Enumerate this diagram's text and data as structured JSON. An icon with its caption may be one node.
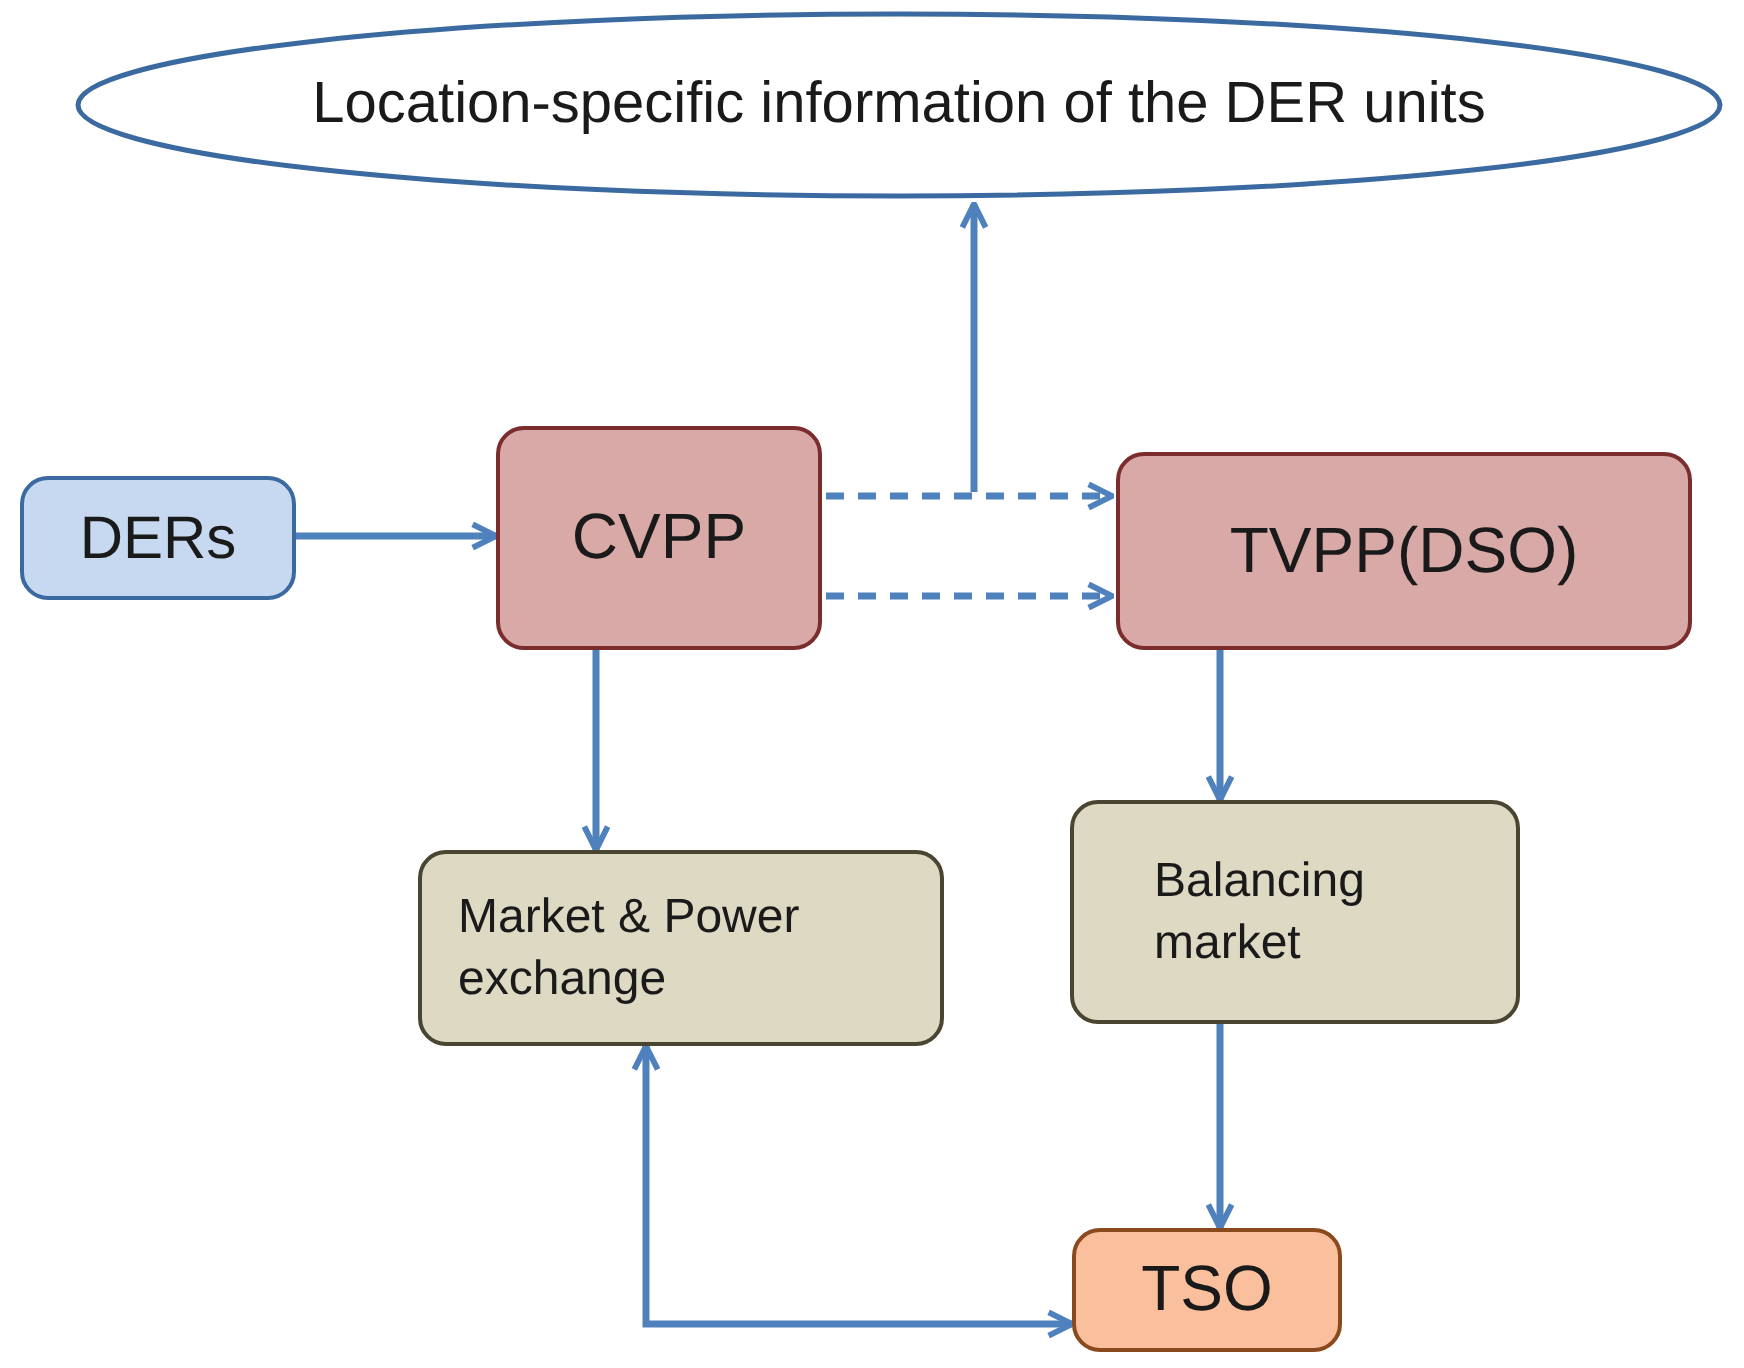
{
  "diagram": {
    "nodes": [
      {
        "text": [
          "Location-specific information of the DER units"
        ]
      },
      {
        "text": [
          "DERs"
        ]
      },
      {
        "text": [
          "CVPP"
        ]
      },
      {
        "text": [
          "TVPP(DSO)"
        ]
      },
      {
        "text": [
          "Market & Power exchange"
        ]
      },
      {
        "text": [
          "Balancing market"
        ]
      },
      {
        "text": [
          "TSO"
        ]
      }
    ],
    "edges": [
      {
        "from": 1,
        "to": 2,
        "arrow": "to"
      },
      {
        "from": 2,
        "to": 3,
        "arrow": "to",
        "style": "dashed"
      },
      {
        "from": null,
        "to": 0,
        "arrow": "to"
      },
      {
        "from": 2,
        "to": 3,
        "arrow": "to",
        "style": "dashed"
      },
      {
        "from": 2,
        "to": 4,
        "arrow": "to"
      },
      {
        "from": 3,
        "to": 5,
        "arrow": "to"
      },
      {
        "from": 5,
        "to": 6,
        "arrow": "to"
      },
      {
        "from": 4,
        "to": 6,
        "arrow": "both"
      }
    ]
  }
}
